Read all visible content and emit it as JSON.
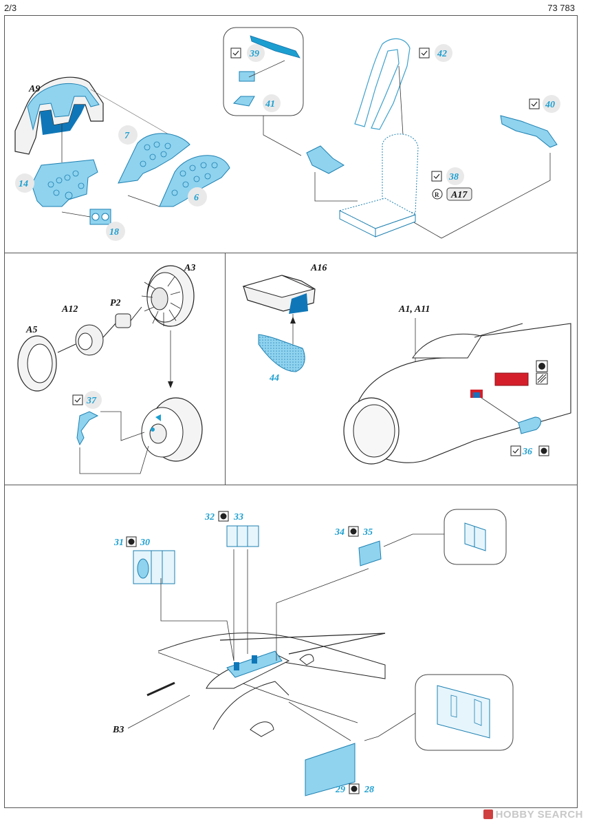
{
  "header": {
    "page": "2/3",
    "code": "73 783"
  },
  "labels": {
    "a9": "A9",
    "a3": "A3",
    "a12": "A12",
    "p2": "P2",
    "a5": "A5",
    "a16": "A16",
    "a1a11": "A1, A11",
    "a17": "A17",
    "b3": "B3"
  },
  "parts": {
    "p6": "6",
    "p7": "7",
    "p14": "14",
    "p18": "18",
    "p39": "39",
    "p41": "41",
    "p42": "42",
    "p40": "40",
    "p38": "38",
    "p37": "37",
    "p44": "44",
    "p36": "36",
    "p31": "31",
    "p30": "30",
    "p32": "32",
    "p33": "33",
    "p34": "34",
    "p35": "35",
    "p29": "29",
    "p28": "28"
  },
  "watermark": "HOBBY SEARCH",
  "colors": {
    "part_blue": "#1c9fd0",
    "fill_blue": "#8fd3ef",
    "dark_blue": "#0f77b8",
    "red": "#d41f2a",
    "line": "#333333"
  }
}
